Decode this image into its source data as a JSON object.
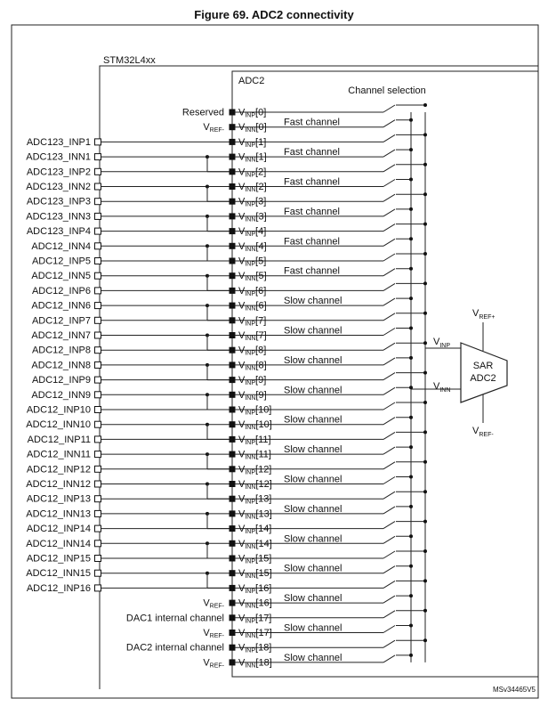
{
  "figure": {
    "title": "Figure 69. ADC2 connectivity",
    "device_label": "STM32L4xx",
    "adc_label": "ADC2",
    "channel_selection_label": "Channel selection",
    "reference_code": "MSv34465V5"
  },
  "sar": {
    "line1": "SAR",
    "line2": "ADC2",
    "vrefp": {
      "base": "V",
      "sub": "REF+"
    },
    "vrefm": {
      "base": "V",
      "sub": "REF-"
    },
    "vinp": {
      "base": "V",
      "sub": "INP"
    },
    "vinn": {
      "base": "V",
      "sub": "INN"
    }
  },
  "rows": [
    {
      "base": "V",
      "sub": "INP",
      "idx": "[0]",
      "ch": ""
    },
    {
      "base": "V",
      "sub": "INN",
      "idx": "[0]",
      "ch": "Fast channel"
    },
    {
      "base": "V",
      "sub": "INP",
      "idx": "[1]",
      "ch": ""
    },
    {
      "base": "V",
      "sub": "INN",
      "idx": "[1]",
      "ch": "Fast channel"
    },
    {
      "base": "V",
      "sub": "INP",
      "idx": "[2]",
      "ch": ""
    },
    {
      "base": "V",
      "sub": "INN",
      "idx": "[2]",
      "ch": "Fast channel"
    },
    {
      "base": "V",
      "sub": "INP",
      "idx": "[3]",
      "ch": ""
    },
    {
      "base": "V",
      "sub": "INN",
      "idx": "[3]",
      "ch": "Fast channel"
    },
    {
      "base": "V",
      "sub": "INP",
      "idx": "[4]",
      "ch": ""
    },
    {
      "base": "V",
      "sub": "INN",
      "idx": "[4]",
      "ch": "Fast channel"
    },
    {
      "base": "V",
      "sub": "INP",
      "idx": "[5]",
      "ch": ""
    },
    {
      "base": "V",
      "sub": "INN",
      "idx": "[5]",
      "ch": "Fast channel"
    },
    {
      "base": "V",
      "sub": "INP",
      "idx": "[6]",
      "ch": ""
    },
    {
      "base": "V",
      "sub": "INN",
      "idx": "[6]",
      "ch": "Slow channel"
    },
    {
      "base": "V",
      "sub": "INP",
      "idx": "[7]",
      "ch": ""
    },
    {
      "base": "V",
      "sub": "INN",
      "idx": "[7]",
      "ch": "Slow channel"
    },
    {
      "base": "V",
      "sub": "INP",
      "idx": "[8]",
      "ch": ""
    },
    {
      "base": "V",
      "sub": "INN",
      "idx": "[8]",
      "ch": "Slow channel"
    },
    {
      "base": "V",
      "sub": "INP",
      "idx": "[9]",
      "ch": ""
    },
    {
      "base": "V",
      "sub": "INN",
      "idx": "[9]",
      "ch": "Slow channel"
    },
    {
      "base": "V",
      "sub": "INP",
      "idx": "[10]",
      "ch": ""
    },
    {
      "base": "V",
      "sub": "INN",
      "idx": "[10]",
      "ch": "Slow channel"
    },
    {
      "base": "V",
      "sub": "INP",
      "idx": "[11]",
      "ch": ""
    },
    {
      "base": "V",
      "sub": "INN",
      "idx": "[11]",
      "ch": "Slow channel"
    },
    {
      "base": "V",
      "sub": "INP",
      "idx": "[12]",
      "ch": ""
    },
    {
      "base": "V",
      "sub": "INN",
      "idx": "[12]",
      "ch": "Slow channel"
    },
    {
      "base": "V",
      "sub": "INP",
      "idx": "[13]",
      "ch": ""
    },
    {
      "base": "V",
      "sub": "INN",
      "idx": "[13]",
      "ch": "Slow channel"
    },
    {
      "base": "V",
      "sub": "INP",
      "idx": "[14]",
      "ch": ""
    },
    {
      "base": "V",
      "sub": "INN",
      "idx": "[14]",
      "ch": "Slow channel"
    },
    {
      "base": "V",
      "sub": "INP",
      "idx": "[15]",
      "ch": ""
    },
    {
      "base": "V",
      "sub": "INN",
      "idx": "[15]",
      "ch": "Slow channel"
    },
    {
      "base": "V",
      "sub": "INP",
      "idx": "[16]",
      "ch": ""
    },
    {
      "base": "V",
      "sub": "INN",
      "idx": "[16]",
      "ch": "Slow channel"
    },
    {
      "base": "V",
      "sub": "INP",
      "idx": "[17]",
      "ch": ""
    },
    {
      "base": "V",
      "sub": "INN",
      "idx": "[17]",
      "ch": "Slow channel"
    },
    {
      "base": "V",
      "sub": "INP",
      "idx": "[18]",
      "ch": ""
    },
    {
      "base": "V",
      "sub": "INN",
      "idx": "[18]",
      "ch": "Slow channel"
    }
  ],
  "internal_labels": [
    {
      "row": 0,
      "text": "Reserved"
    },
    {
      "row": 1,
      "text": "V",
      "sub": "REF-"
    },
    {
      "row": 33,
      "text": "V",
      "sub": "REF-"
    },
    {
      "row": 34,
      "text": "DAC1 internal channel"
    },
    {
      "row": 35,
      "text": "V",
      "sub": "REF-"
    },
    {
      "row": 36,
      "text": "DAC2 internal channel"
    },
    {
      "row": 37,
      "text": "V",
      "sub": "REF-"
    }
  ],
  "pins": [
    {
      "text": "ADC123_INP1",
      "rows": [
        2
      ]
    },
    {
      "text": "ADC123_INN1",
      "rows": [
        3,
        4
      ]
    },
    {
      "text": "ADC123_INP2",
      "rows": [
        4
      ]
    },
    {
      "text": "ADC123_INN2",
      "rows": [
        5,
        6
      ]
    },
    {
      "text": "ADC123_INP3",
      "rows": [
        6
      ]
    },
    {
      "text": "ADC123_INN3",
      "rows": [
        7,
        8
      ]
    },
    {
      "text": "ADC123_INP4",
      "rows": [
        8
      ]
    },
    {
      "text": "ADC12_INN4",
      "rows": [
        9,
        10
      ]
    },
    {
      "text": "ADC12_INP5",
      "rows": [
        10
      ]
    },
    {
      "text": "ADC12_INN5",
      "rows": [
        11,
        12
      ]
    },
    {
      "text": "ADC12_INP6",
      "rows": [
        12
      ]
    },
    {
      "text": "ADC12_INN6",
      "rows": [
        13,
        14
      ]
    },
    {
      "text": "ADC12_INP7",
      "rows": [
        14
      ]
    },
    {
      "text": "ADC12_INN7",
      "rows": [
        15,
        16
      ]
    },
    {
      "text": "ADC12_INP8",
      "rows": [
        16
      ]
    },
    {
      "text": "ADC12_INN8",
      "rows": [
        17,
        18
      ]
    },
    {
      "text": "ADC12_INP9",
      "rows": [
        18
      ]
    },
    {
      "text": "ADC12_INN9",
      "rows": [
        19,
        20
      ]
    },
    {
      "text": "ADC12_INP10",
      "rows": [
        20
      ]
    },
    {
      "text": "ADC12_INN10",
      "rows": [
        21,
        22
      ]
    },
    {
      "text": "ADC12_INP11",
      "rows": [
        22
      ]
    },
    {
      "text": "ADC12_INN11",
      "rows": [
        23,
        24
      ]
    },
    {
      "text": "ADC12_INP12",
      "rows": [
        24
      ]
    },
    {
      "text": "ADC12_INN12",
      "rows": [
        25,
        26
      ]
    },
    {
      "text": "ADC12_INP13",
      "rows": [
        26
      ]
    },
    {
      "text": "ADC12_INN13",
      "rows": [
        27,
        28
      ]
    },
    {
      "text": "ADC12_INP14",
      "rows": [
        28
      ]
    },
    {
      "text": "ADC12_INN14",
      "rows": [
        29,
        30
      ]
    },
    {
      "text": "ADC12_INP15",
      "rows": [
        30
      ]
    },
    {
      "text": "ADC12_INN15",
      "rows": [
        31,
        32
      ]
    },
    {
      "text": "ADC12_INP16",
      "rows": [
        32
      ]
    }
  ]
}
